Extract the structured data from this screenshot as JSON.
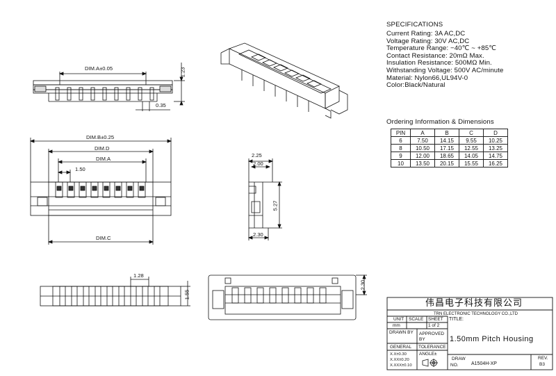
{
  "specifications": {
    "title": "SPECIFICATIONS",
    "items": [
      "Current Rating: 3A AC,DC",
      "Voltage Rating: 30V AC,DC",
      "Temperature Range: −40℃ ~ +85℃",
      "Contact Resistance: 20mΩ Max.",
      "Insulation Resistance: 500MΩ Min.",
      "Withstanding Voltage: 500V AC/minute",
      "Material: Nylon66,UL94V-0",
      "Color:Black/Natural"
    ]
  },
  "ordering": {
    "title": "Ordering Information & Dimensions",
    "headers": [
      "PIN",
      "A",
      "B",
      "C",
      "D"
    ],
    "rows": [
      [
        "6",
        "7.50",
        "14.15",
        "9.55",
        "10.25"
      ],
      [
        "8",
        "10.50",
        "17.15",
        "12.55",
        "13.25"
      ],
      [
        "9",
        "12.00",
        "18.65",
        "14.05",
        "14.75"
      ],
      [
        "10",
        "13.50",
        "20.15",
        "15.55",
        "16.25"
      ]
    ]
  },
  "dimensions": {
    "top_width": "DIM.A±0.05",
    "top_height": "1.23",
    "top_offset": "0.35",
    "front_b": "DIM.B±0.25",
    "front_d": "DIM.D",
    "front_a": "DIM.A",
    "pitch": "1.50",
    "front_c": "DIM.C",
    "side_top": "2.25",
    "side_inner": "2.00",
    "side_height": "5.27",
    "side_bottom": "2.30",
    "bottom_pitch": "1.28",
    "bottom_height": "1.55",
    "rear_height": "2.30"
  },
  "title_block": {
    "company_cn": "伟昌电子科技有限公司",
    "company_en": "TRN ELECTRONIC TECHNOLOGY CO.,LTD",
    "unit_label": "UNIT",
    "unit_value": "mm",
    "scale_label": "SCALE",
    "sheet_label": "SHEET",
    "sheet_value": "1 of 2",
    "title_label": "TITLE:",
    "drawn_label": "DRAWN BY",
    "approved_label_1": "APPROVED",
    "approved_label_2": "BY",
    "part_title": "1.50mm Pitch Housing",
    "general_label": "GENERAL",
    "tolerance_label": "TOLERANCE",
    "tol_1": "X.X±0.30",
    "tol_2": "X.XX±0.20",
    "tol_3": "X.XXX±0.10",
    "angle_label": "ANGLE±",
    "draw_label": "DRAW",
    "no_label": "NO.",
    "draw_no": "A1504H-XP",
    "rev_label": "REV.",
    "rev_value": "B3"
  }
}
